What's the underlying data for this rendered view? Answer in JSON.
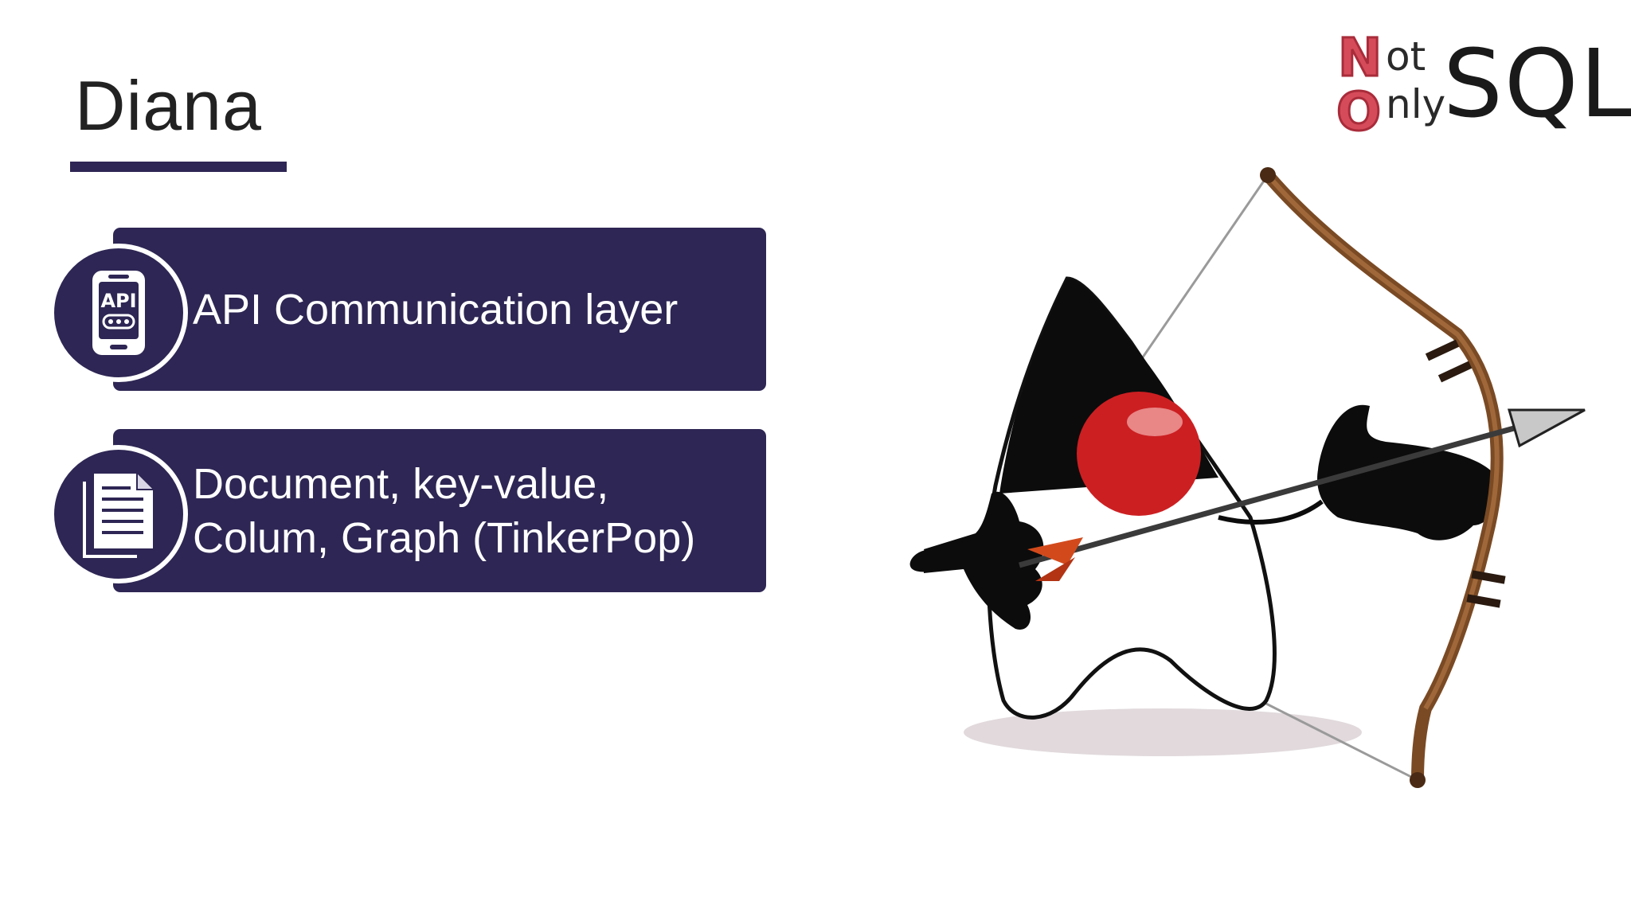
{
  "slide": {
    "title": "Diana"
  },
  "cards": [
    {
      "icon": "api-phone-icon",
      "lines": [
        "API Communication layer"
      ]
    },
    {
      "icon": "document-icon",
      "lines": [
        "Document, key-value,",
        "Colum, Graph (TinkerPop)"
      ]
    }
  ],
  "logo": {
    "n_letter": "N",
    "ot": "ot",
    "o_letter": "O",
    "nly": "nly",
    "sql": "SQL"
  },
  "icon_labels": {
    "api": "API"
  },
  "illustration": {
    "icon": "duke-archer-mascot"
  },
  "colors": {
    "card_background": "#2e2654",
    "card_text": "#ffffff",
    "title_text": "#222222",
    "logo_accent": "#d64b5a"
  }
}
